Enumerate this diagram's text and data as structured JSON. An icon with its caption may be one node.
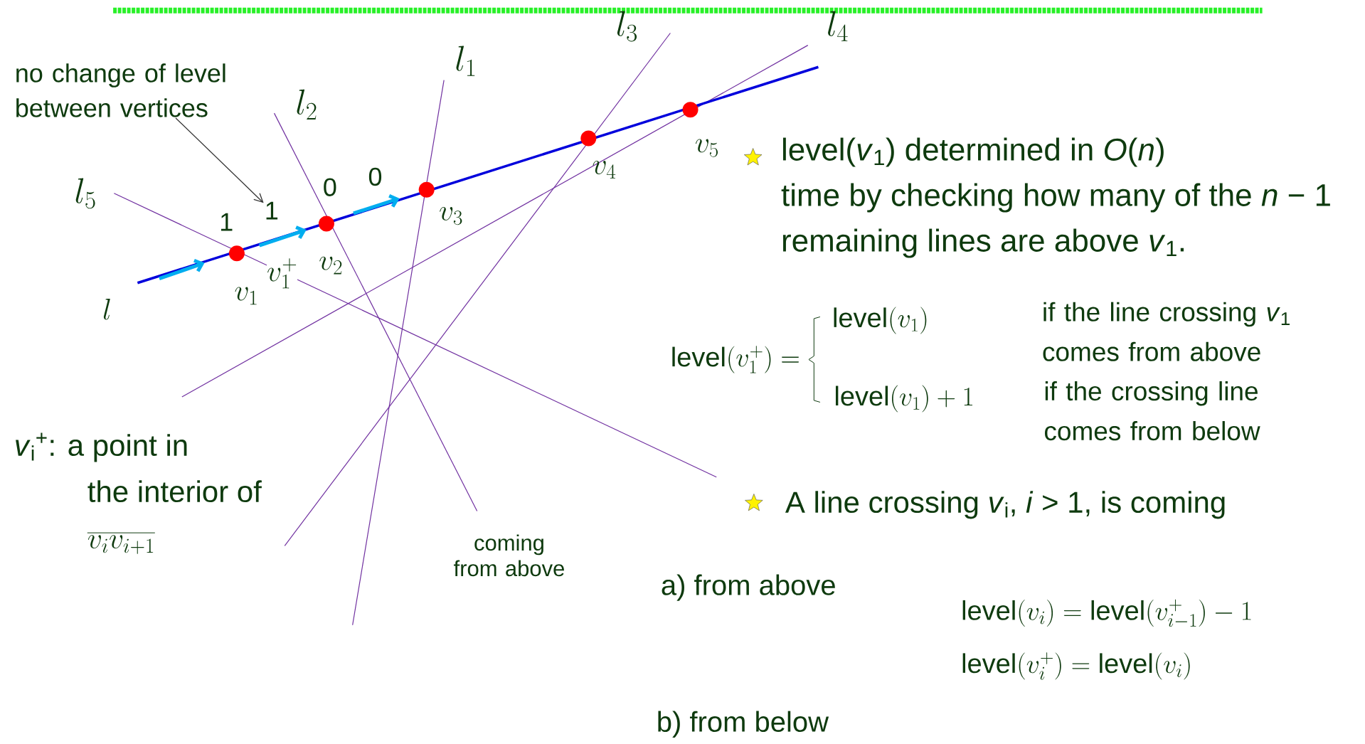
{
  "diagram": {
    "nodes": [
      {
        "text": [
          "no change of level between vertices"
        ]
      },
      {
        "text": [
          "1"
        ]
      }
    ],
    "edges": [
      {
        "from": 0,
        "to": 1,
        "arrow": "to"
      }
    ],
    "labels": [
      "l_3",
      "l_4",
      "l_1",
      "l_2",
      "v_5",
      "level(*v*$_{1}$) determined in *O*(*n*) time by checking how many of the *n* − 1 remaining lines are above *v*$_{1}$.",
      "v_4",
      "0",
      "l_5",
      "0",
      "v_3",
      "1",
      "v_1^+",
      "v_2",
      "v_1",
      "l",
      "\\text{level}(v_1)",
      "if the line crossing *v*$_{1}$ comes from above",
      "\\text{level}(v_1^+)=",
      "\\text{level}(v_1)+1",
      "if the crossing line comes from below",
      "*v*$_{i}$$^{+}$: a point in the interior of",
      "\\overline{v_i v_{i+1}}",
      "coming from above",
      "A line crossing *v*$_{i}$, *i* > 1, is coming",
      "a) from above",
      "\\text{level}(v_i)=\\text{level}(v_{i-1}^+)-1",
      "\\text{level}(v_i^+)=\\text{level}(v_i)",
      "b) from below"
    ]
  }
}
